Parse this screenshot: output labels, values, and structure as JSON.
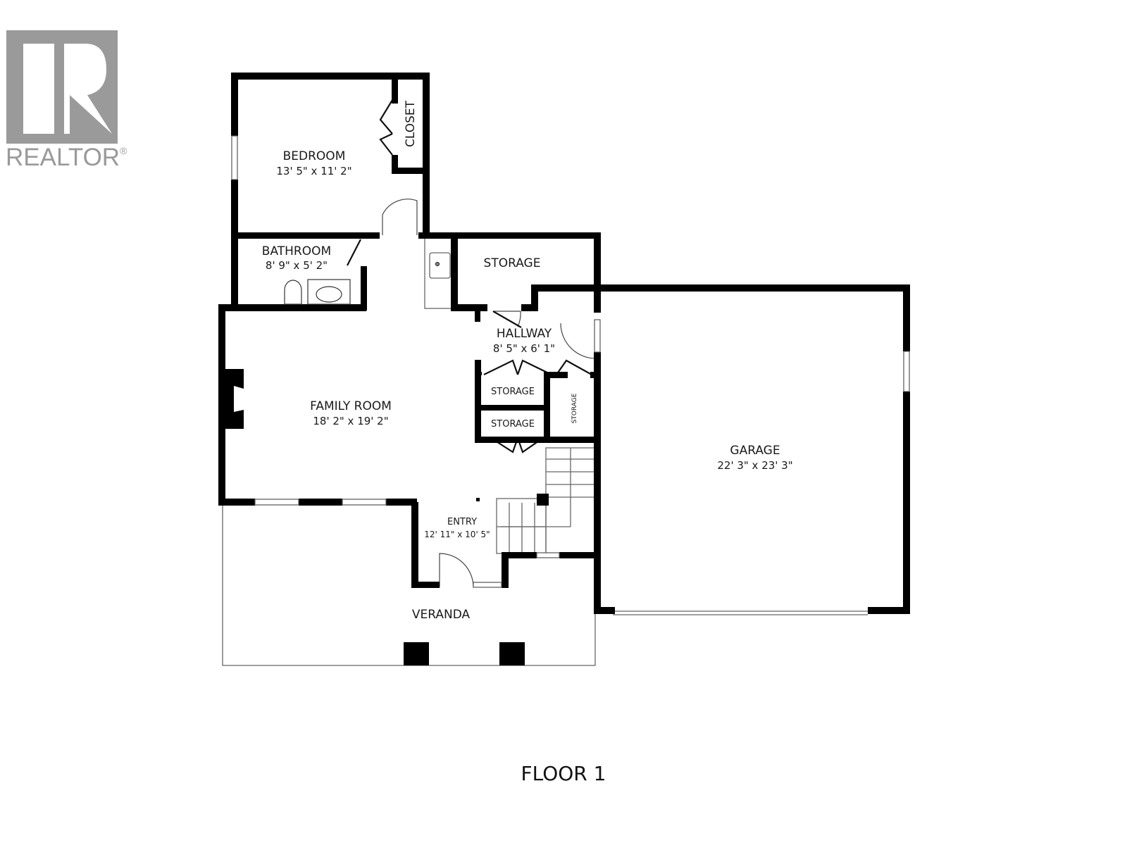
{
  "logo": {
    "brand": "REALTOR",
    "registered_mark": "®",
    "color": "#9a9a9a"
  },
  "floor_label": "FLOOR 1",
  "rooms": {
    "bedroom": {
      "name": "BEDROOM",
      "dims": "13' 5\" x 11' 2\""
    },
    "closet": {
      "name": "CLOSET"
    },
    "bathroom": {
      "name": "BATHROOM",
      "dims": "8' 9\" x 5' 2\""
    },
    "storage_top": {
      "name": "STORAGE"
    },
    "hallway": {
      "name": "HALLWAY",
      "dims": "8' 5\" x 6' 1\""
    },
    "storage_1": {
      "name": "STORAGE"
    },
    "storage_2": {
      "name": "STORAGE"
    },
    "storage_vertical": {
      "name": "STORAGE"
    },
    "family_room": {
      "name": "FAMILY ROOM",
      "dims": "18' 2\" x 19' 2\""
    },
    "entry": {
      "name": "ENTRY",
      "dims": "12' 11\" x 10' 5\""
    },
    "veranda": {
      "name": "VERANDA"
    },
    "garage": {
      "name": "GARAGE",
      "dims": "22' 3\" x 23' 3\""
    }
  },
  "colors": {
    "wall": "#000000",
    "thin_line": "#555555",
    "background": "#ffffff"
  }
}
